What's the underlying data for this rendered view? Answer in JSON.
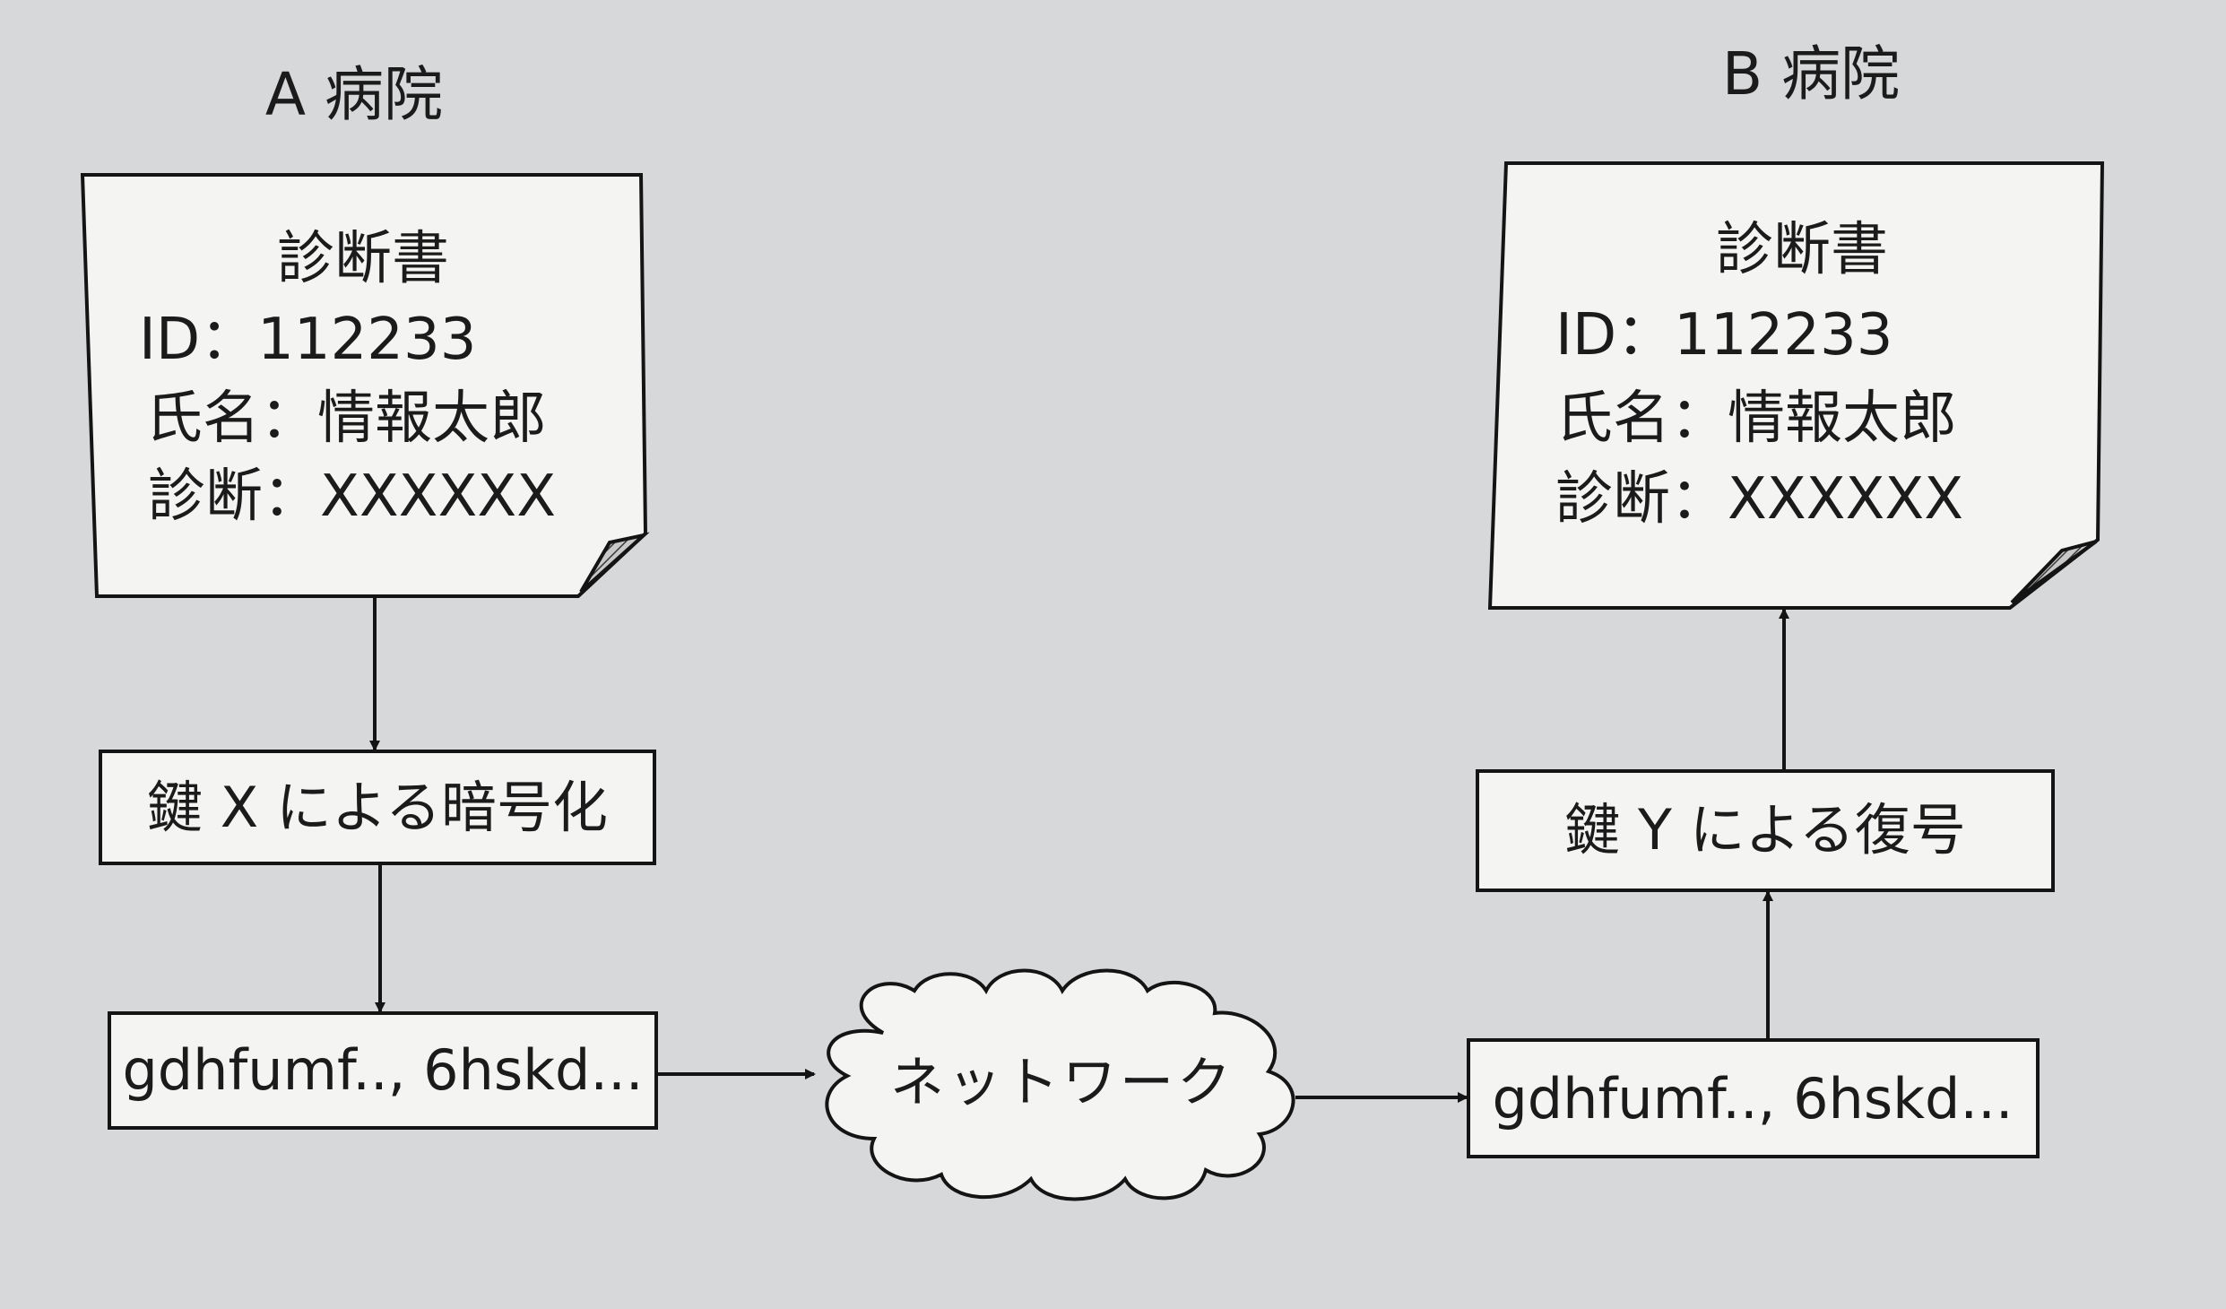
{
  "hospital_a": {
    "title": "A 病院",
    "document": {
      "heading": "診断書",
      "id_line": "ID：112233",
      "name_line": "氏名：情報太郎",
      "diagnosis_line": "診断：XXXXXX"
    },
    "encrypt_box": "鍵 X による暗号化",
    "ciphertext_box": "gdhfumf.., 6hskd..."
  },
  "network": {
    "label": "ネットワーク"
  },
  "hospital_b": {
    "title": "B 病院",
    "document": {
      "heading": "診断書",
      "id_line": "ID：112233",
      "name_line": "氏名：情報太郎",
      "diagnosis_line": "診断：XXXXXX"
    },
    "decrypt_box": "鍵 Y による復号",
    "ciphertext_box": "gdhfumf.., 6hskd..."
  },
  "colors": {
    "background": "#d7d8da",
    "box_fill": "#f4f4f3",
    "stroke": "#141414"
  }
}
